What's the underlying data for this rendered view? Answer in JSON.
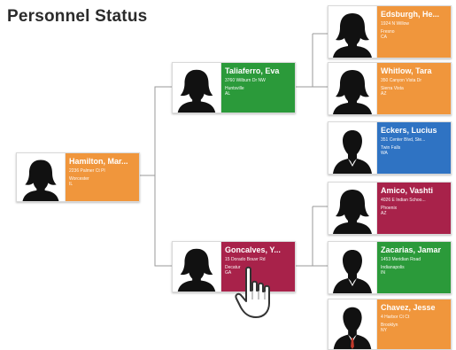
{
  "title": "Personnel Status",
  "colors": {
    "orange": "#f0963c",
    "green": "#2b9a3a",
    "blue": "#2f73c3",
    "crimson": "#a8224a"
  },
  "cards": [
    {
      "id": "root",
      "name": "Hamilton, Mar...",
      "addr1": "2236 Palmer Ct Pl",
      "addr2": "Worcester",
      "state": "IL",
      "color": "#f0963c",
      "figure": "female"
    },
    {
      "id": "tal",
      "name": "Taliaferro, Eva",
      "addr1": "3760 Wilburn Dr NW",
      "addr2": "Huntsville",
      "state": "AL",
      "color": "#2b9a3a",
      "figure": "female"
    },
    {
      "id": "gon",
      "name": "Goncalves, Y...",
      "addr1": "15 Dorado Bouvr Rd",
      "addr2": "Decatur",
      "state": "GA",
      "color": "#a8224a",
      "figure": "female"
    },
    {
      "id": "edi",
      "name": "Edsburgh, He...",
      "addr1": "1924 N Willow",
      "addr2": "Fresno",
      "state": "CA",
      "color": "#f0963c",
      "figure": "female"
    },
    {
      "id": "whi",
      "name": "Whitlow, Tara",
      "addr1": "350 Canyon Vista Dr",
      "addr2": "Sierra Vista",
      "state": "AZ",
      "color": "#f0963c",
      "figure": "female"
    },
    {
      "id": "eck",
      "name": "Eckers, Lucius",
      "addr1": "351 Center Blvd, Ste...",
      "addr2": "Twin Falls",
      "state": "WA",
      "color": "#2f73c3",
      "figure": "male"
    },
    {
      "id": "ami",
      "name": "Amico, Vashti",
      "addr1": "4026 E Indian Schoo...",
      "addr2": "Phoenix",
      "state": "AZ",
      "color": "#a8224a",
      "figure": "female"
    },
    {
      "id": "zac",
      "name": "Zacarias, Jamar",
      "addr1": "1453 Meridian Road",
      "addr2": "Indianapolis",
      "state": "IN",
      "color": "#2b9a3a",
      "figure": "male"
    },
    {
      "id": "cha",
      "name": "Chavez, Jesse",
      "addr1": "4 Harbor Ct Ct",
      "addr2": "Brooklyn",
      "state": "NY",
      "color": "#f0963c",
      "figure": "male-tie"
    }
  ]
}
